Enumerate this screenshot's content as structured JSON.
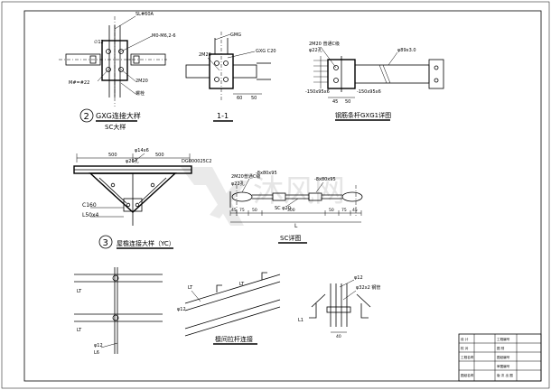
{
  "drawing": {
    "node1": {
      "labels": [
        "GXG连接大样",
        "SC大样"
      ],
      "number": "2",
      "callouts": [
        "SL#60A",
        "∅12",
        "M0-M6,2-6",
        "2M20",
        "M#=#22",
        "螺栓"
      ]
    },
    "section_1_1": {
      "title": "1-1",
      "callouts": [
        "GMG",
        "2M20",
        "GXG C20",
        "60",
        "50"
      ]
    },
    "tie_rod": {
      "title": "钢筋条杆GXG1详图",
      "callouts": [
        "2M20 普通C级",
        "φ22孔",
        "φ89x3.0",
        "-150x95x6",
        "-150x95x6",
        "45",
        "50"
      ]
    },
    "bracing_node": {
      "number": "3",
      "title": "屋檐连接大样（YC）",
      "dims": [
        "500",
        "500"
      ],
      "callouts": [
        "φ14x6",
        "φ20孔",
        "DG000025C2",
        "C160",
        "L50x4"
      ]
    },
    "sc_detail": {
      "title": "SC详图",
      "callouts": [
        "2M20普通C级",
        "-8x80x95",
        "φ22孔",
        "-8x80x95",
        "SC φ20",
        "L"
      ],
      "dims": [
        "45",
        "75",
        "50",
        "300",
        "50",
        "75",
        "45"
      ]
    },
    "purlin_a": {
      "callouts": [
        "LT",
        "LT",
        "φ12",
        "L6"
      ]
    },
    "purlin_b": {
      "title": "檩间拉杆连接",
      "callouts": [
        "LT",
        "LT",
        "φ12"
      ]
    },
    "purlin_c": {
      "callouts": [
        "φ12",
        "φ32x2 钢管",
        "L1",
        "40"
      ]
    },
    "title_block": {
      "rows": [
        [
          "设 计",
          "",
          "工程编号",
          ""
        ],
        [
          "校 对",
          "",
          "图 别",
          ""
        ],
        [
          "工程名称",
          "",
          "图纸编号",
          ""
        ],
        [
          "",
          "",
          "审图编号",
          ""
        ],
        [
          "图纸名称",
          "",
          "版 次 出 图",
          ""
        ]
      ]
    },
    "watermark": "沐风网"
  }
}
